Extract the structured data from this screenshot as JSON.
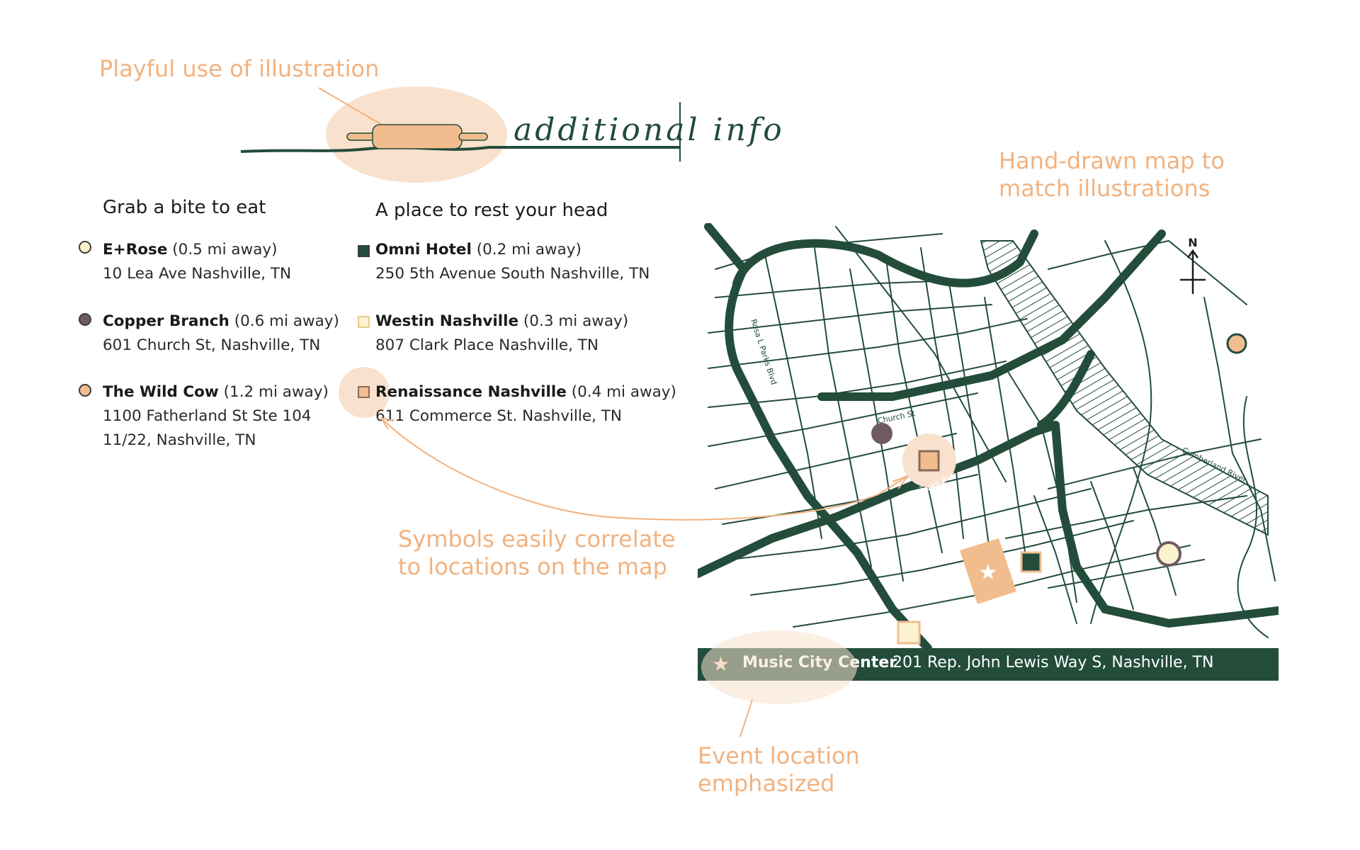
{
  "annotations": {
    "illustration": "Playful use of illustration",
    "map_line1": "Hand-drawn map to",
    "map_line2": "match illustrations",
    "symbols_line1": "Symbols easily correlate",
    "symbols_line2": "to locations on the map",
    "event_line1": "Event location",
    "event_line2": "emphasized"
  },
  "header": {
    "title": "additional info"
  },
  "food": {
    "heading": "Grab a bite to eat",
    "items": [
      {
        "name": "E+Rose",
        "distance": "(0.5 mi away)",
        "address": "10 Lea Ave Nashville, TN",
        "address2": "",
        "marker": "light-circle"
      },
      {
        "name": "Copper Branch",
        "distance": "(0.6 mi away)",
        "address": "601 Church St, Nashville, TN",
        "address2": "",
        "marker": "mauve-circle"
      },
      {
        "name": "The Wild Cow",
        "distance": "(1.2 mi away)",
        "address": "1100 Fatherland St Ste 104",
        "address2": "11/22, Nashville, TN",
        "marker": "peach-circle"
      }
    ]
  },
  "lodging": {
    "heading": "A place to rest your head",
    "items": [
      {
        "name": "Omni Hotel",
        "distance": "(0.2 mi away)",
        "address": "250 5th Avenue South Nashville, TN",
        "marker": "green-square"
      },
      {
        "name": "Westin Nashville",
        "distance": "(0.3 mi away)",
        "address": "807 Clark Place Nashville, TN",
        "marker": "cream-square"
      },
      {
        "name": "Renaissance Nashville",
        "distance": "(0.4 mi away)",
        "address": "611 Commerce St. Nashville, TN",
        "marker": "peach-square"
      }
    ]
  },
  "map": {
    "north_label": "N",
    "street_labels": [
      "Rosa L Parks Blvd",
      "Church St",
      "Broadway Ave",
      "Cumberland River"
    ],
    "event": {
      "name": "Music City Center",
      "address": "201 Rep. John Lewis Way S, Nashville, TN"
    }
  },
  "colors": {
    "accent": "#f2b27f",
    "highlight": "#f8e1cd",
    "map_green": "#234c3b",
    "peach": "#f1bd8f",
    "cream": "#fbf3cf",
    "mauve": "#6f5a63"
  },
  "icons": [
    "rolling-pin-icon",
    "north-arrow-icon",
    "star-icon"
  ]
}
